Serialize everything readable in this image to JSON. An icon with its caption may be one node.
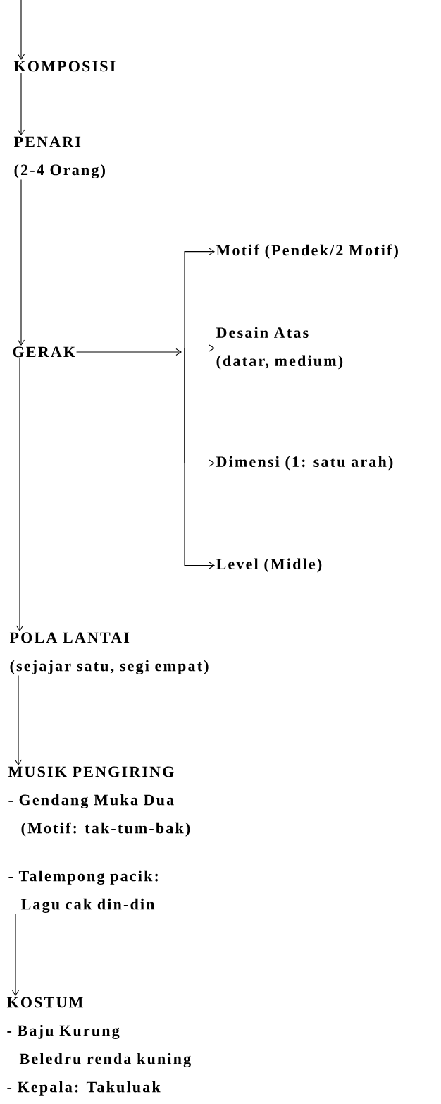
{
  "diagram": {
    "nodes": [
      {
        "text": [
          "KOMPOSISI"
        ]
      },
      {
        "text": [
          "PENARI",
          "(2-4 Orang)"
        ]
      },
      {
        "text": [
          "GERAK"
        ]
      },
      {
        "text": [
          "Motif (Pendek/2 Motif)"
        ]
      },
      {
        "text": [
          "Desain Atas",
          "(datar, medium)"
        ]
      },
      {
        "text": [
          "Dimensi (1: satu arah)"
        ]
      },
      {
        "text": [
          "Level (Midle)"
        ]
      },
      {
        "text": [
          "POLA LANTAI",
          "(sejajar satu, segi empat)"
        ]
      },
      {
        "text": [
          "MUSIK PENGIRING",
          "- Gendang Muka Dua",
          "(Motif: tak-tum-bak)",
          "- Talempong pacik:",
          "Lagu cak din-din"
        ]
      },
      {
        "text": [
          "KOSTUM",
          "- Baju Kurung",
          "Beledru renda kuning",
          "- Kepala: Takuluak"
        ]
      }
    ],
    "edges": [
      {
        "from": null,
        "to": 0,
        "arrow": "to"
      },
      {
        "from": 0,
        "to": 1,
        "arrow": "to"
      },
      {
        "from": 1,
        "to": 2,
        "arrow": "to"
      },
      {
        "from": 2,
        "to": 3,
        "arrow": "to"
      },
      {
        "from": 2,
        "to": 4,
        "arrow": "to"
      },
      {
        "from": 2,
        "to": 5,
        "arrow": "to"
      },
      {
        "from": 2,
        "to": 6,
        "arrow": "to"
      },
      {
        "from": 2,
        "to": 7,
        "arrow": "to"
      },
      {
        "from": 7,
        "to": 8,
        "arrow": "to"
      },
      {
        "from": 8,
        "to": 9,
        "arrow": "to"
      }
    ]
  }
}
